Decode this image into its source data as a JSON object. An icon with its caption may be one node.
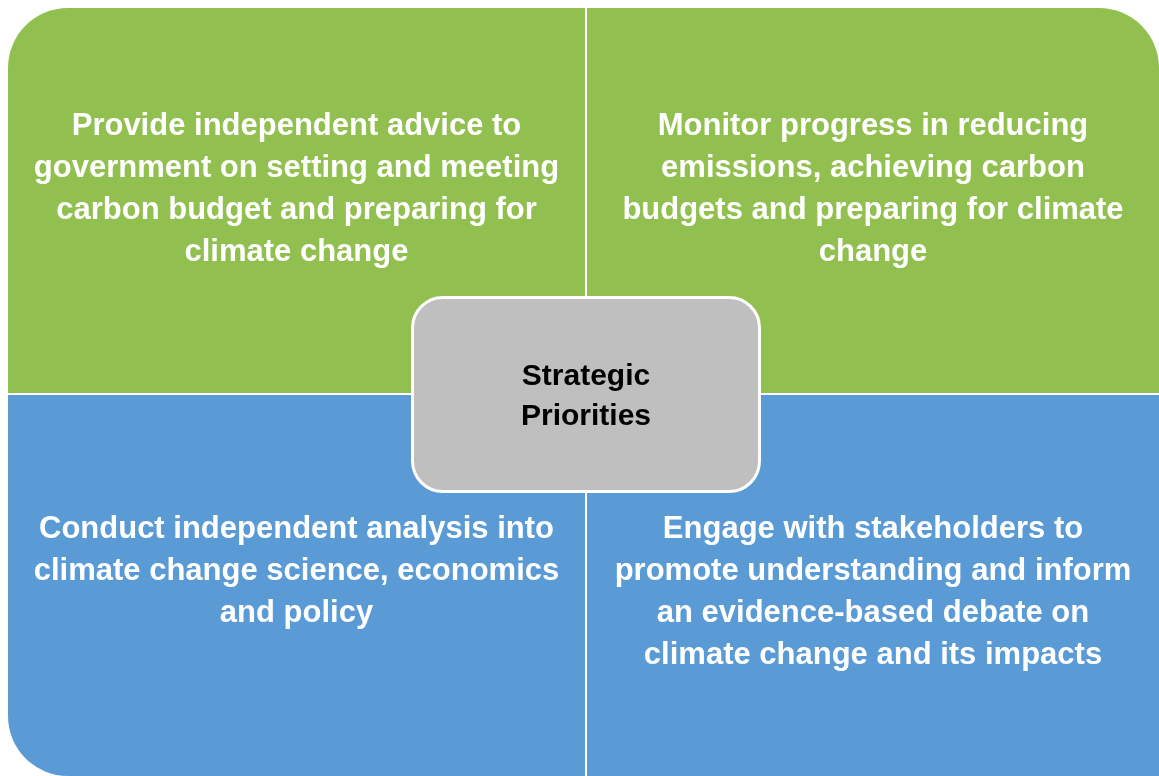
{
  "diagram": {
    "nodes": [
      {
        "text": [
          "Provide independent advice to government on setting and meeting carbon budget and preparing for climate change"
        ]
      },
      {
        "text": [
          "Monitor progress in reducing emissions, achieving carbon budgets and preparing for climate change"
        ]
      },
      {
        "text": [
          "Conduct independent analysis into climate change science, economics and policy"
        ]
      },
      {
        "text": [
          "Engage with stakeholders to promote understanding and inform an evidence-based debate on climate change and its impacts"
        ]
      },
      {
        "text": [
          "Strategic Priorities"
        ]
      }
    ]
  }
}
